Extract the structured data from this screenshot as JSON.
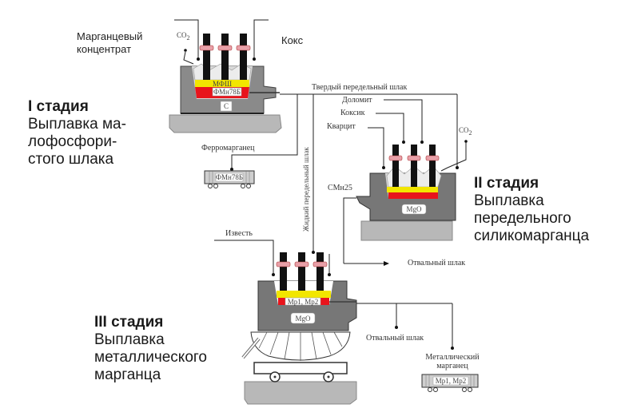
{
  "diagram": {
    "stages": [
      {
        "id": "stage-1",
        "title": "I стадия",
        "lines": [
          "Выплавка ма-",
          "лофосфори-",
          "стого шлака"
        ]
      },
      {
        "id": "stage-2",
        "title": "II стадия",
        "lines": [
          "Выплавка",
          "передельного",
          "силикомарганца"
        ]
      },
      {
        "id": "stage-3",
        "title": "III стадия",
        "lines": [
          "Выплавка",
          "металлического",
          "марганца"
        ]
      }
    ],
    "inputs": {
      "manganese_concentrate": [
        "Марганцевый",
        "концентрат"
      ],
      "coke_top": "Кокс",
      "co2": "CO",
      "co2_sub": "2",
      "dolomite": "Доломит",
      "coke": "Коксик",
      "quartzite": "Кварцит",
      "lime": "Известь"
    },
    "flows": {
      "solid_slag": "Твердый передельный шлак",
      "liquid_slag": "Жидкий передельный шлак",
      "ferromanganese": "Ферромарганец",
      "smn25": "СМн25",
      "waste_slag_1": "Отвальный шлак",
      "waste_slag_2": "Отвальный шлак",
      "metal_manganese": [
        "Металлический",
        "марганец"
      ]
    },
    "furnace_labels": {
      "f1_slag": "МФШ",
      "f1_metal": "ФМн78Б",
      "f1_bottom": "С",
      "f2_bottom": "MgO",
      "f3_metal": "Mp1, Mp2",
      "f3_bottom": "MgO",
      "ladle_ferro": "ФМн78Б",
      "ladle_metal": "Mp1, Mp2"
    },
    "colors": {
      "furnace_body": "#7a7a7a",
      "lining": "#bdbdbd",
      "slag": "#f2e600",
      "metal": "#e8141c",
      "electrode": "#111111",
      "clamp": "#e8a0a8",
      "foundation": "#b8b8b8"
    }
  }
}
